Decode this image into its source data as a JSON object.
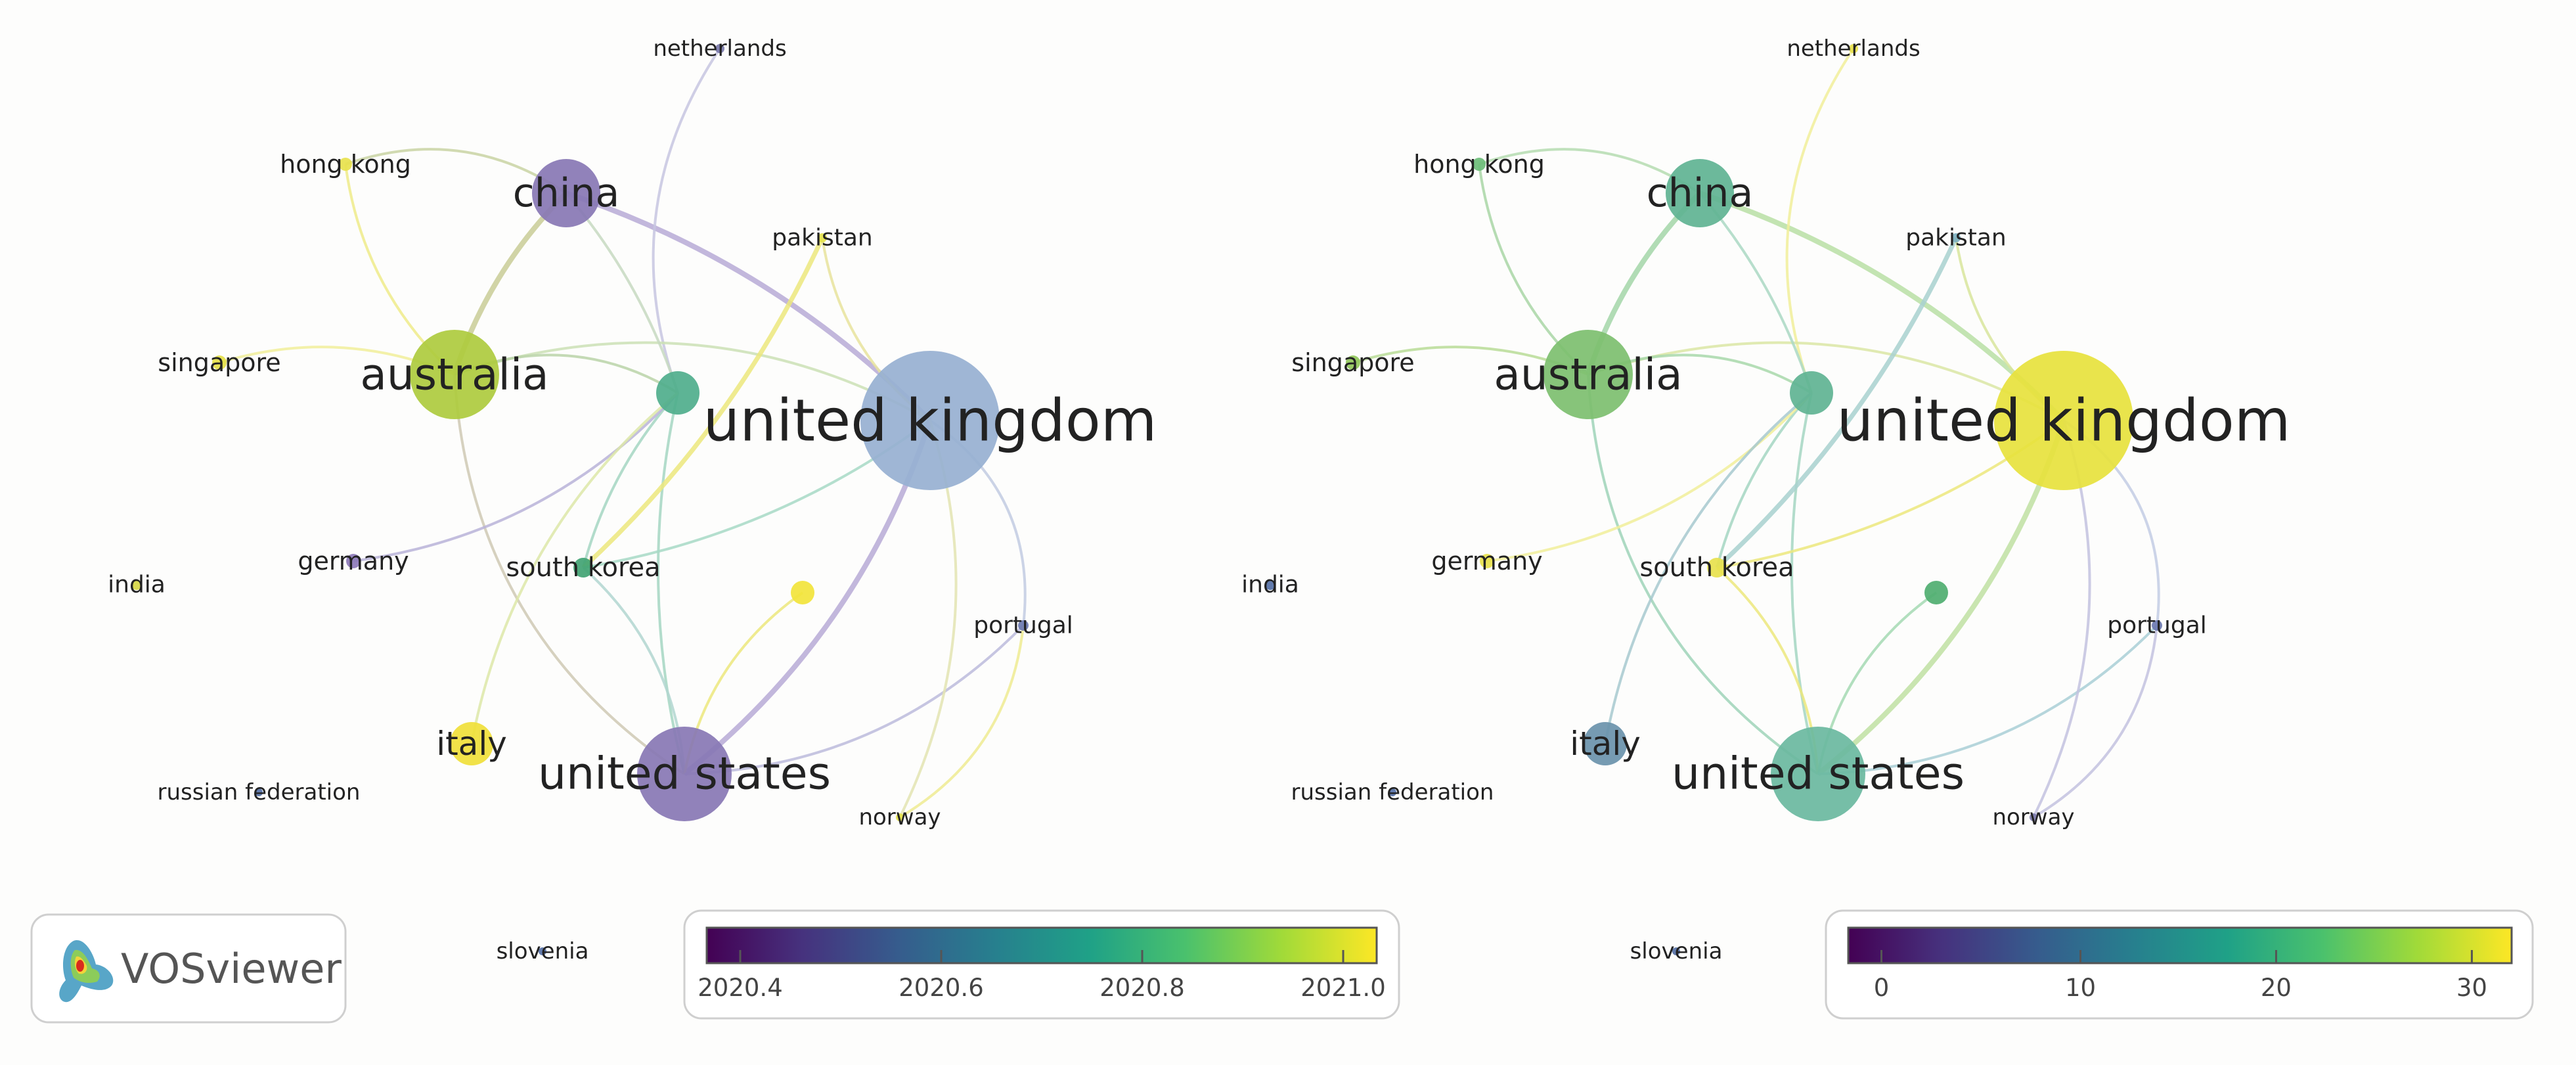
{
  "colors": {
    "viridis": [
      "#440154",
      "#46327e",
      "#365c8d",
      "#277f8e",
      "#1fa187",
      "#4ac16d",
      "#a0da39",
      "#fde725"
    ]
  },
  "logo": {
    "text": "VOSviewer",
    "icon": "vosviewer-logo-icon"
  },
  "panels": [
    {
      "id": "left",
      "legend_ticks": [
        {
          "label": "2020.4",
          "pos": 0.05
        },
        {
          "label": "2020.6",
          "pos": 0.35
        },
        {
          "label": "2020.8",
          "pos": 0.65
        },
        {
          "label": "2021.0",
          "pos": 0.95
        }
      ],
      "node_colors": {
        "netherlands": "#7b7aab",
        "hong kong": "#e8e24d",
        "china": "#8877b4",
        "pakistan": "#e5e34e",
        "singapore": "#e4df48",
        "australia": "#aecb3e",
        "cluster_node": "#4fae8c",
        "united kingdom": "#97b0d1",
        "india": "#d6d644",
        "germany": "#8d79b8",
        "south korea": "#41a373",
        "yellow_node": "#f2e43b",
        "portugal": "#6c7ab1",
        "italy": "#f0df3a",
        "united states": "#8877b4",
        "russian federation": "#5570a6",
        "norway": "#e3df49",
        "slovenia": "#5570a6"
      },
      "edge_colors": {
        "hong kong-australia": "#efeb8a",
        "hong kong-china": "#c9d3a3",
        "china-australia": "#c9cd96",
        "china-united kingdom": "#b7aad6",
        "netherlands-cluster_node": "#c7c6e0",
        "singapore-australia": "#f1ee9a",
        "australia-united kingdom": "#cbe0b5",
        "australia-cluster_node": "#bad4a8",
        "australia-united states": "#cfc9b4",
        "cluster_node-south korea": "#a5d6c2",
        "cluster_node-united states": "#a5d6c2",
        "pakistan-south korea": "#ece87c",
        "pakistan-united kingdom": "#e7e39c",
        "germany-cluster_node": "#b8b3d8",
        "south korea-united kingdom": "#a7d9c6",
        "south korea-united states": "#b2d6d0",
        "italy-cluster_node": "#dde8a8",
        "united kingdom-united states": "#b7aad6",
        "yellow_node-united states": "#ece87c",
        "portugal-united states": "#bcbbdc",
        "portugal-united kingdom": "#c2cbe2",
        "norway-portugal": "#eeeb92",
        "norway-united kingdom": "#e3e4b2",
        "china-cluster_node": "#c7d9c1"
      }
    },
    {
      "id": "right",
      "legend_ticks": [
        {
          "label": "0",
          "pos": 0.05
        },
        {
          "label": "10",
          "pos": 0.35
        },
        {
          "label": "20",
          "pos": 0.645
        },
        {
          "label": "30",
          "pos": 0.94
        }
      ],
      "node_colors": {
        "netherlands": "#e8e24d",
        "hong kong": "#6dbd78",
        "china": "#5fb392",
        "pakistan": "#7db0bf",
        "singapore": "#91c75a",
        "australia": "#7dbf6f",
        "cluster_node": "#5fb392",
        "united kingdom": "#e7e23d",
        "india": "#5570a6",
        "germany": "#e8e24d",
        "south korea": "#e8e24d",
        "yellow_node": "#4fae70",
        "portugal": "#6c7ab1",
        "italy": "#6a93ab",
        "united states": "#6ab89f",
        "russian federation": "#5570a6",
        "norway": "#7b7aab",
        "slovenia": "#5570a6"
      },
      "edge_colors": {
        "hong kong-australia": "#a9d6a6",
        "hong kong-china": "#b5dcb0",
        "china-australia": "#a3d6a8",
        "china-united kingdom": "#b8dfa5",
        "netherlands-cluster_node": "#f1ee9a",
        "singapore-australia": "#b8dc96",
        "australia-united kingdom": "#dbe6a5",
        "australia-cluster_node": "#a8d8aa",
        "australia-united states": "#9fd3b8",
        "cluster_node-south korea": "#a5d6c2",
        "cluster_node-united states": "#a5d6c2",
        "pakistan-south korea": "#a8d1cf",
        "pakistan-united kingdom": "#d8e59c",
        "germany-cluster_node": "#f1ee9a",
        "south korea-united kingdom": "#ece87c",
        "south korea-united states": "#ece87c",
        "italy-cluster_node": "#a7c9cf",
        "united kingdom-united states": "#bfe0a2",
        "yellow_node-united states": "#a5d9b3",
        "portugal-united states": "#a9cfd6",
        "portugal-united kingdom": "#c3cde4",
        "norway-portugal": "#c3c2df",
        "norway-united kingdom": "#c3c2df",
        "china-cluster_node": "#aad8c3"
      }
    }
  ],
  "nodes": [
    {
      "id": "netherlands",
      "label": "netherlands",
      "name": "node-netherlands"
    },
    {
      "id": "hong kong",
      "label": "hong kong",
      "name": "node-hong-kong"
    },
    {
      "id": "china",
      "label": "china",
      "name": "node-china"
    },
    {
      "id": "pakistan",
      "label": "pakistan",
      "name": "node-pakistan"
    },
    {
      "id": "singapore",
      "label": "singapore",
      "name": "node-singapore"
    },
    {
      "id": "australia",
      "label": "australia",
      "name": "node-australia"
    },
    {
      "id": "cluster_node",
      "label": "",
      "name": "node-unlabeled-green"
    },
    {
      "id": "united kingdom",
      "label": "united kingdom",
      "name": "node-united-kingdom"
    },
    {
      "id": "india",
      "label": "india",
      "name": "node-india"
    },
    {
      "id": "germany",
      "label": "germany",
      "name": "node-germany"
    },
    {
      "id": "south korea",
      "label": "south korea",
      "name": "node-south-korea"
    },
    {
      "id": "yellow_node",
      "label": "",
      "name": "node-unlabeled-small"
    },
    {
      "id": "portugal",
      "label": "portugal",
      "name": "node-portugal"
    },
    {
      "id": "italy",
      "label": "italy",
      "name": "node-italy"
    },
    {
      "id": "united states",
      "label": "united states",
      "name": "node-united-states"
    },
    {
      "id": "russian federation",
      "label": "russian federation",
      "name": "node-russian-federation"
    },
    {
      "id": "norway",
      "label": "norway",
      "name": "node-norway"
    },
    {
      "id": "slovenia",
      "label": "slovenia",
      "name": "node-slovenia"
    }
  ],
  "edges": [
    [
      "hong kong",
      "australia"
    ],
    [
      "hong kong",
      "china"
    ],
    [
      "china",
      "australia"
    ],
    [
      "china",
      "united kingdom"
    ],
    [
      "netherlands",
      "cluster_node"
    ],
    [
      "singapore",
      "australia"
    ],
    [
      "australia",
      "united kingdom"
    ],
    [
      "australia",
      "cluster_node"
    ],
    [
      "australia",
      "united states"
    ],
    [
      "cluster_node",
      "south korea"
    ],
    [
      "cluster_node",
      "united states"
    ],
    [
      "pakistan",
      "south korea"
    ],
    [
      "pakistan",
      "united kingdom"
    ],
    [
      "germany",
      "cluster_node"
    ],
    [
      "south korea",
      "united kingdom"
    ],
    [
      "south korea",
      "united states"
    ],
    [
      "italy",
      "cluster_node"
    ],
    [
      "united kingdom",
      "united states"
    ],
    [
      "yellow_node",
      "united states"
    ],
    [
      "portugal",
      "united states"
    ],
    [
      "portugal",
      "united kingdom"
    ],
    [
      "norway",
      "portugal"
    ],
    [
      "norway",
      "united kingdom"
    ],
    [
      "china",
      "cluster_node"
    ]
  ]
}
